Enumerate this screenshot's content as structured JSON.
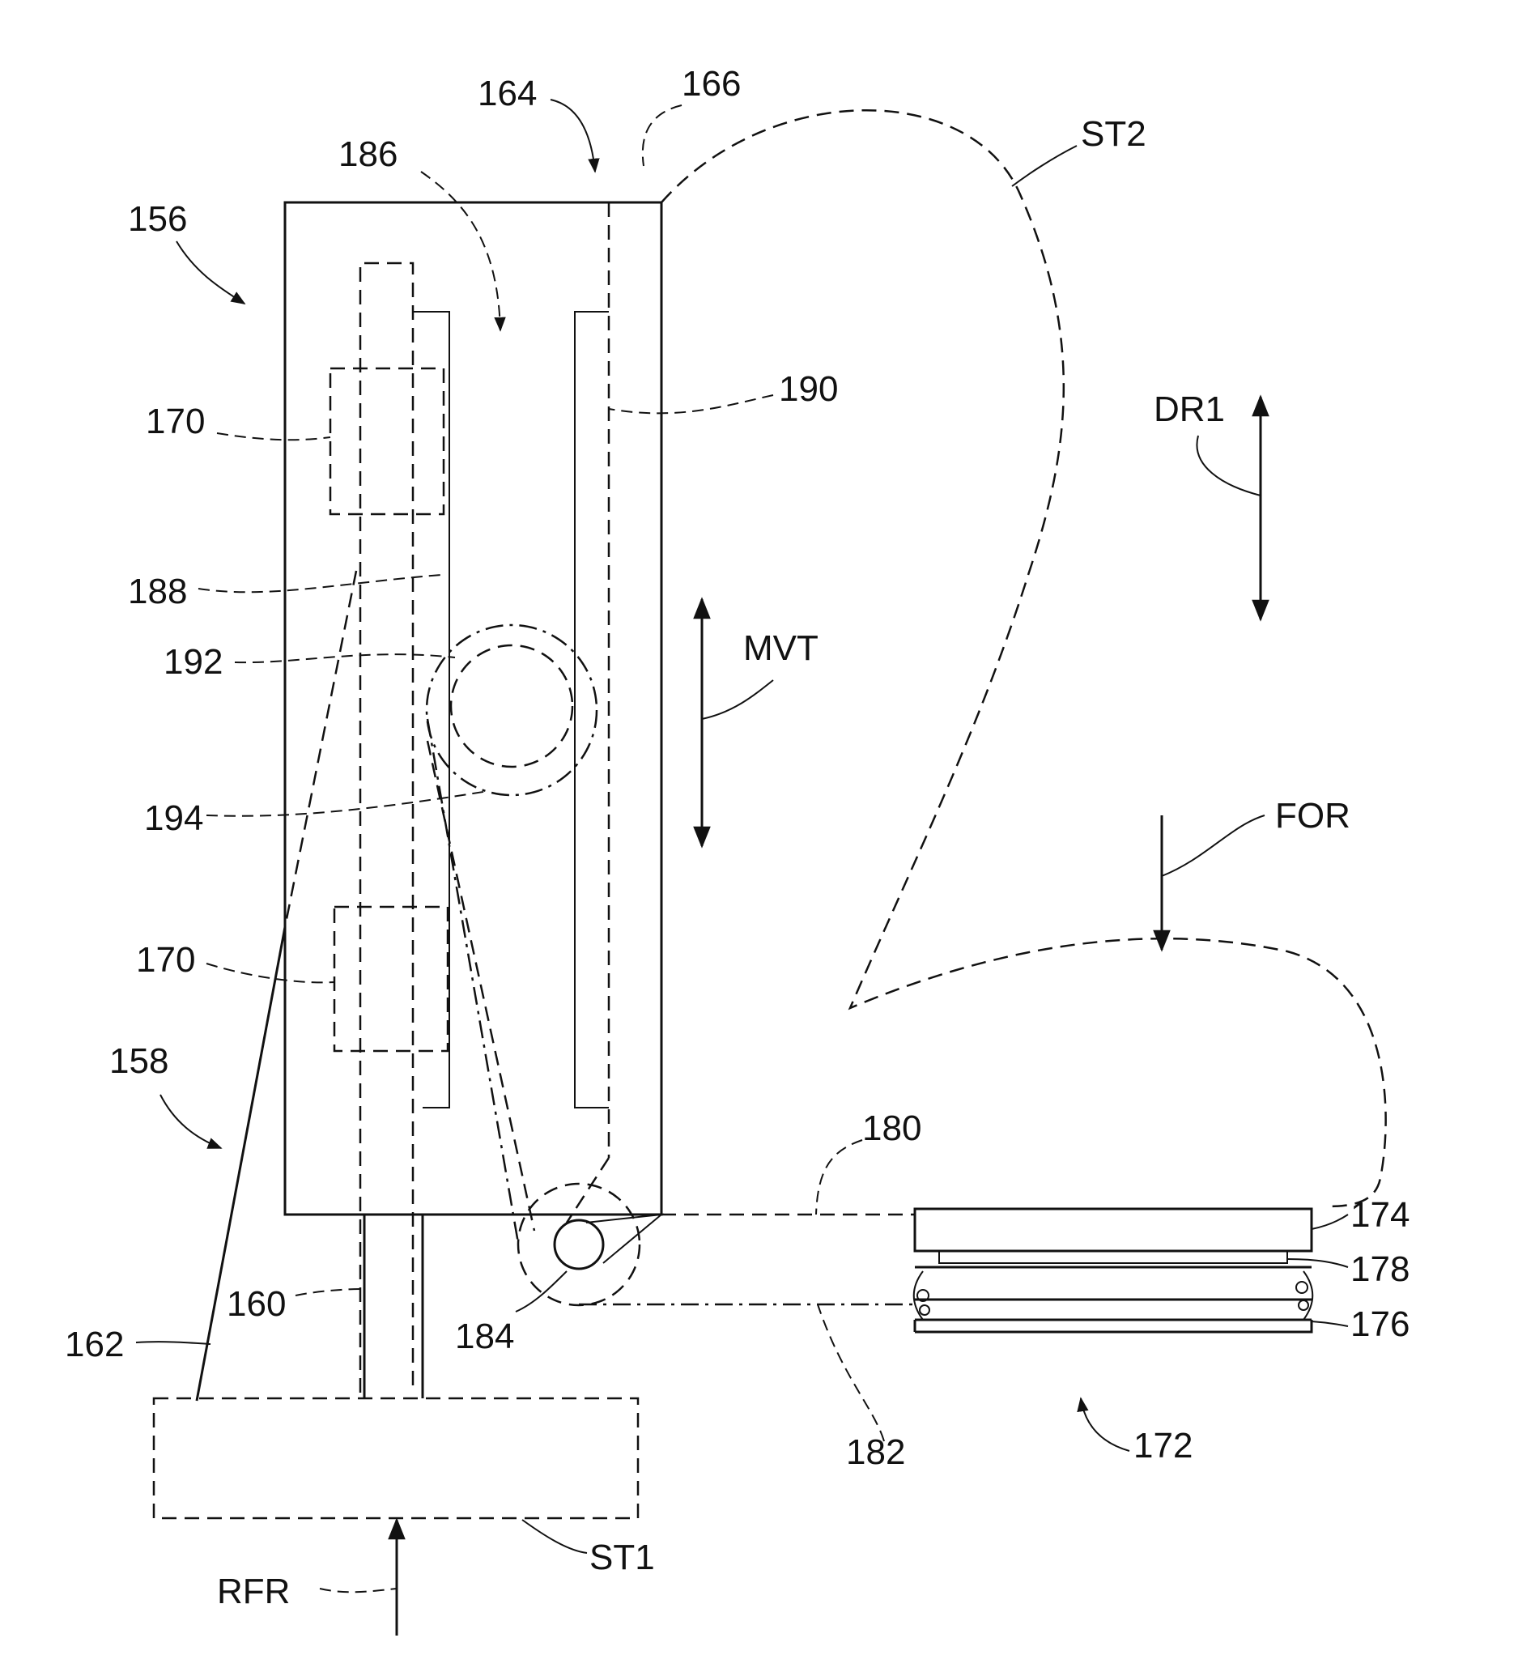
{
  "figure": {
    "labels": {
      "l156": "156",
      "l158": "158",
      "l160": "160",
      "l162": "162",
      "l164": "164",
      "l166": "166",
      "l170a": "170",
      "l170b": "170",
      "l172": "172",
      "l174": "174",
      "l176": "176",
      "l178": "178",
      "l180": "180",
      "l182": "182",
      "l184": "184",
      "l186": "186",
      "l188": "188",
      "l190": "190",
      "l192": "192",
      "l194": "194",
      "st1": "ST1",
      "st2": "ST2",
      "rfr": "RFR",
      "for": "FOR",
      "mvt": "MVT",
      "dr1": "DR1"
    }
  }
}
